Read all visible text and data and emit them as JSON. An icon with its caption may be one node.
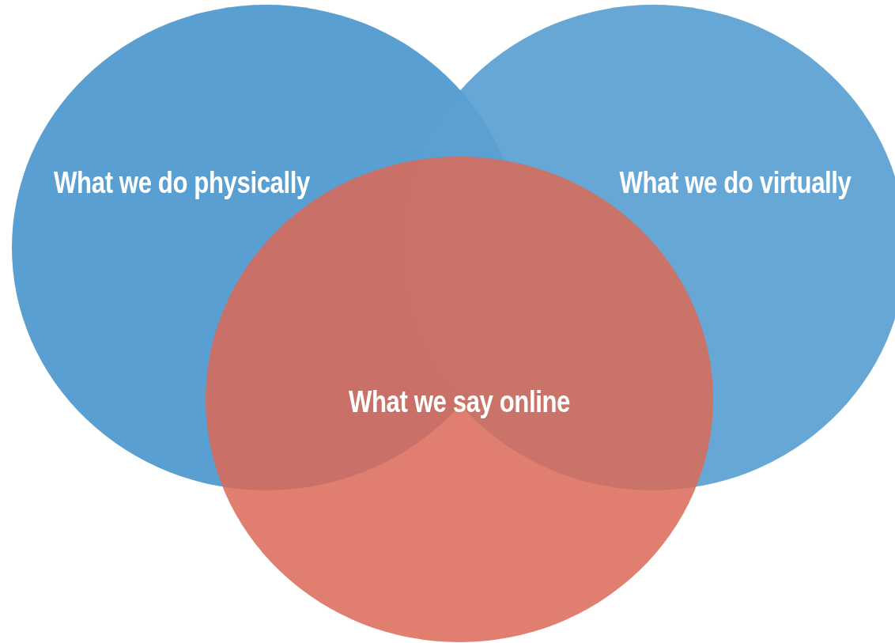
{
  "diagram": {
    "nodes": [
      {
        "text": [
          "What we do physically"
        ]
      },
      {
        "text": [
          "What we do virtually"
        ]
      },
      {
        "text": [
          "What we say online"
        ]
      }
    ]
  }
}
